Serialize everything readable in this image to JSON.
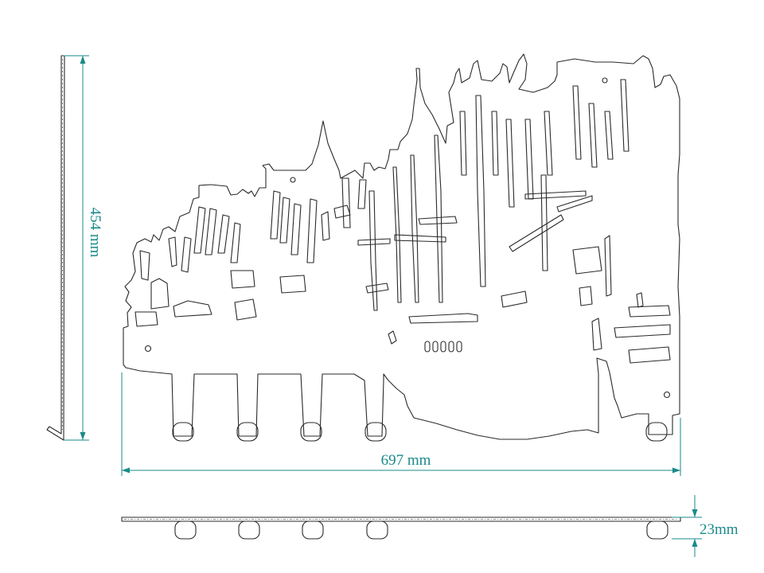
{
  "dimensions": {
    "height_label": "454 mm",
    "width_label": "697 mm",
    "depth_label": "23mm"
  },
  "colors": {
    "dimension": "#1a8a8a",
    "outline": "#2a2a2a",
    "background": "#ffffff"
  }
}
